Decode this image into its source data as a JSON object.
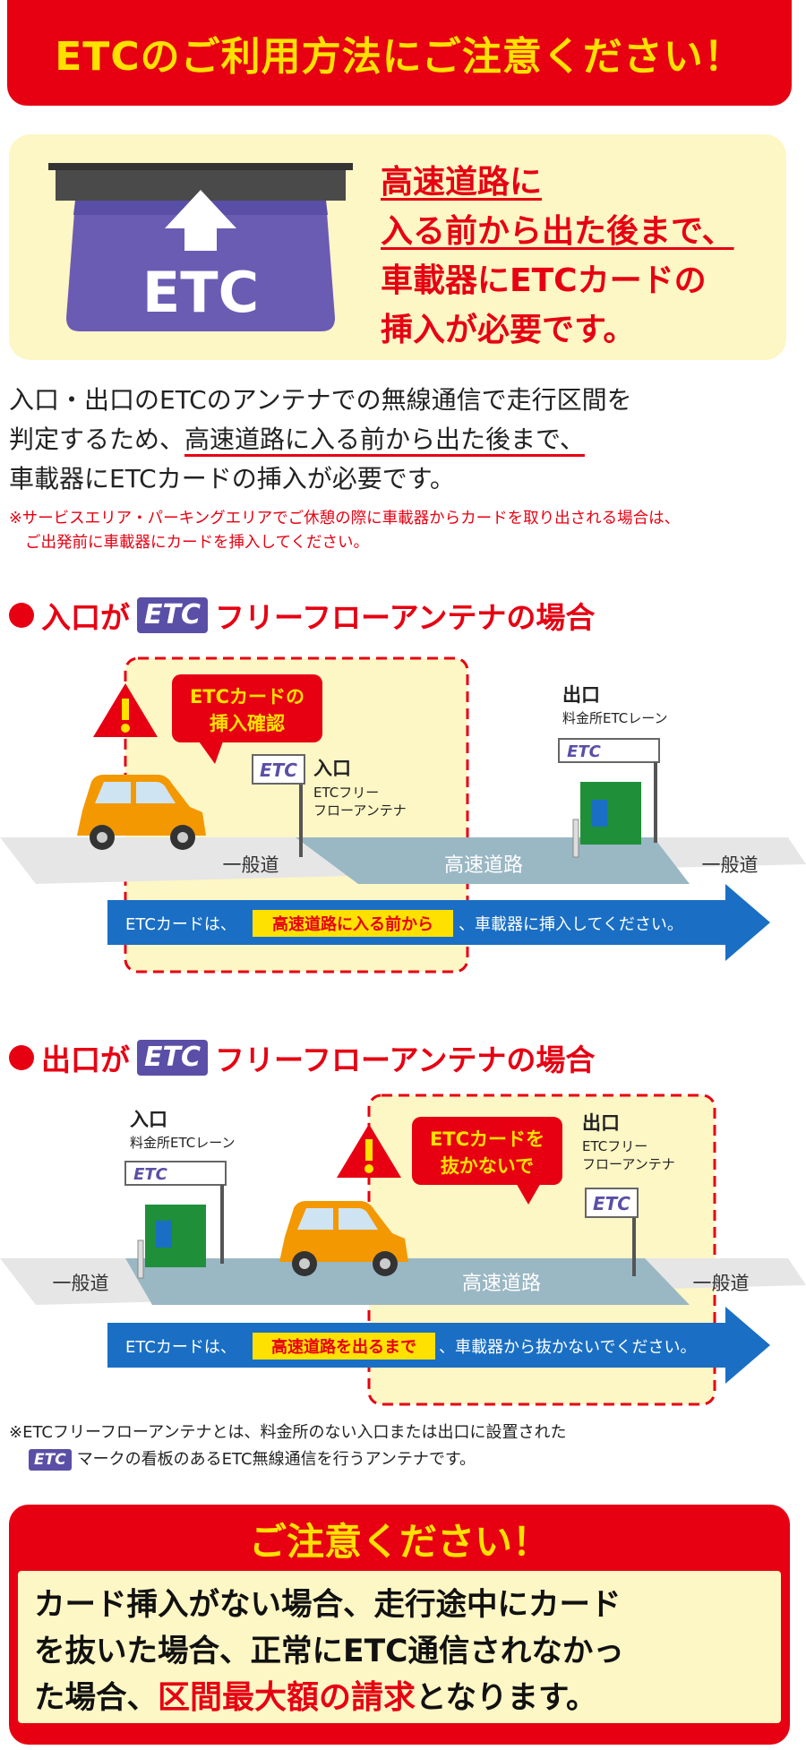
{
  "header": {
    "title": "ETCのご利用方法にご注意ください！"
  },
  "hero": {
    "card_label": "ETC",
    "line1": "高速道路に",
    "line2": "入る前から出た後まで、",
    "line3": "車載器にETCカードの",
    "line4": "挿入が必要です。"
  },
  "description": {
    "part1": "入口・出口のETCのアンテナでの無線通信で走行区間を",
    "part2a": "判定するため、",
    "part2b": "高速道路に入る前から出た後まで、",
    "part3": "車載器にETCカードの挿入が必要です。",
    "note1": "※サービスエリア・パーキングエリアでご休憩の際に車載器からカードを取り出される場合は、",
    "note2": "ご出発前に車載器にカードを挿入してください。"
  },
  "section1": {
    "title_prefix": "入口が",
    "logo": "ETC",
    "title_suffix": "フリーフローアンテナの場合",
    "bubble_line1": "ETCカードの",
    "bubble_line2": "挿入確認",
    "entry_label": "入口",
    "entry_sub1": "ETCフリー",
    "entry_sub2": "フローアンテナ",
    "exit_label": "出口",
    "exit_sub": "料金所ETCレーン",
    "sign_text": "ETC",
    "road_left": "一般道",
    "road_mid": "高速道路",
    "road_right": "一般道",
    "arrow_a": "ETCカードは、",
    "arrow_highlight": "高速道路に入る前から",
    "arrow_b": "、車載器に挿入してください。"
  },
  "section2": {
    "title_prefix": "出口が",
    "logo": "ETC",
    "title_suffix": "フリーフローアンテナの場合",
    "bubble_line1": "ETCカードを",
    "bubble_line2": "抜かないで",
    "entry_label": "入口",
    "entry_sub": "料金所ETCレーン",
    "exit_label": "出口",
    "exit_sub1": "ETCフリー",
    "exit_sub2": "フローアンテナ",
    "sign_text": "ETC",
    "road_left": "一般道",
    "road_mid": "高速道路",
    "road_right": "一般道",
    "arrow_a": "ETCカードは、",
    "arrow_highlight": "高速道路を出るまで",
    "arrow_b": "、車載器から抜かないでください。"
  },
  "footnote": {
    "line1": "※ETCフリーフローアンテナとは、料金所のない入口または出口に設置された",
    "logo": "ETC",
    "line2": "マークの看板のあるETC無線通信を行うアンテナです。"
  },
  "caution": {
    "title": "ご注意ください！",
    "line1": "カード挿入がない場合、走行途中にカード",
    "line2": "を抜いた場合、正常にETC通信されなかっ",
    "line3a": "た場合、",
    "line3b": "区間最大額の請求",
    "line3c": "となります。"
  },
  "colors": {
    "red": "#e60012",
    "yellow": "#ffe100",
    "cream": "#fdf6c5",
    "blue": "#1a6fc4",
    "purple": "#5a4fa6"
  }
}
